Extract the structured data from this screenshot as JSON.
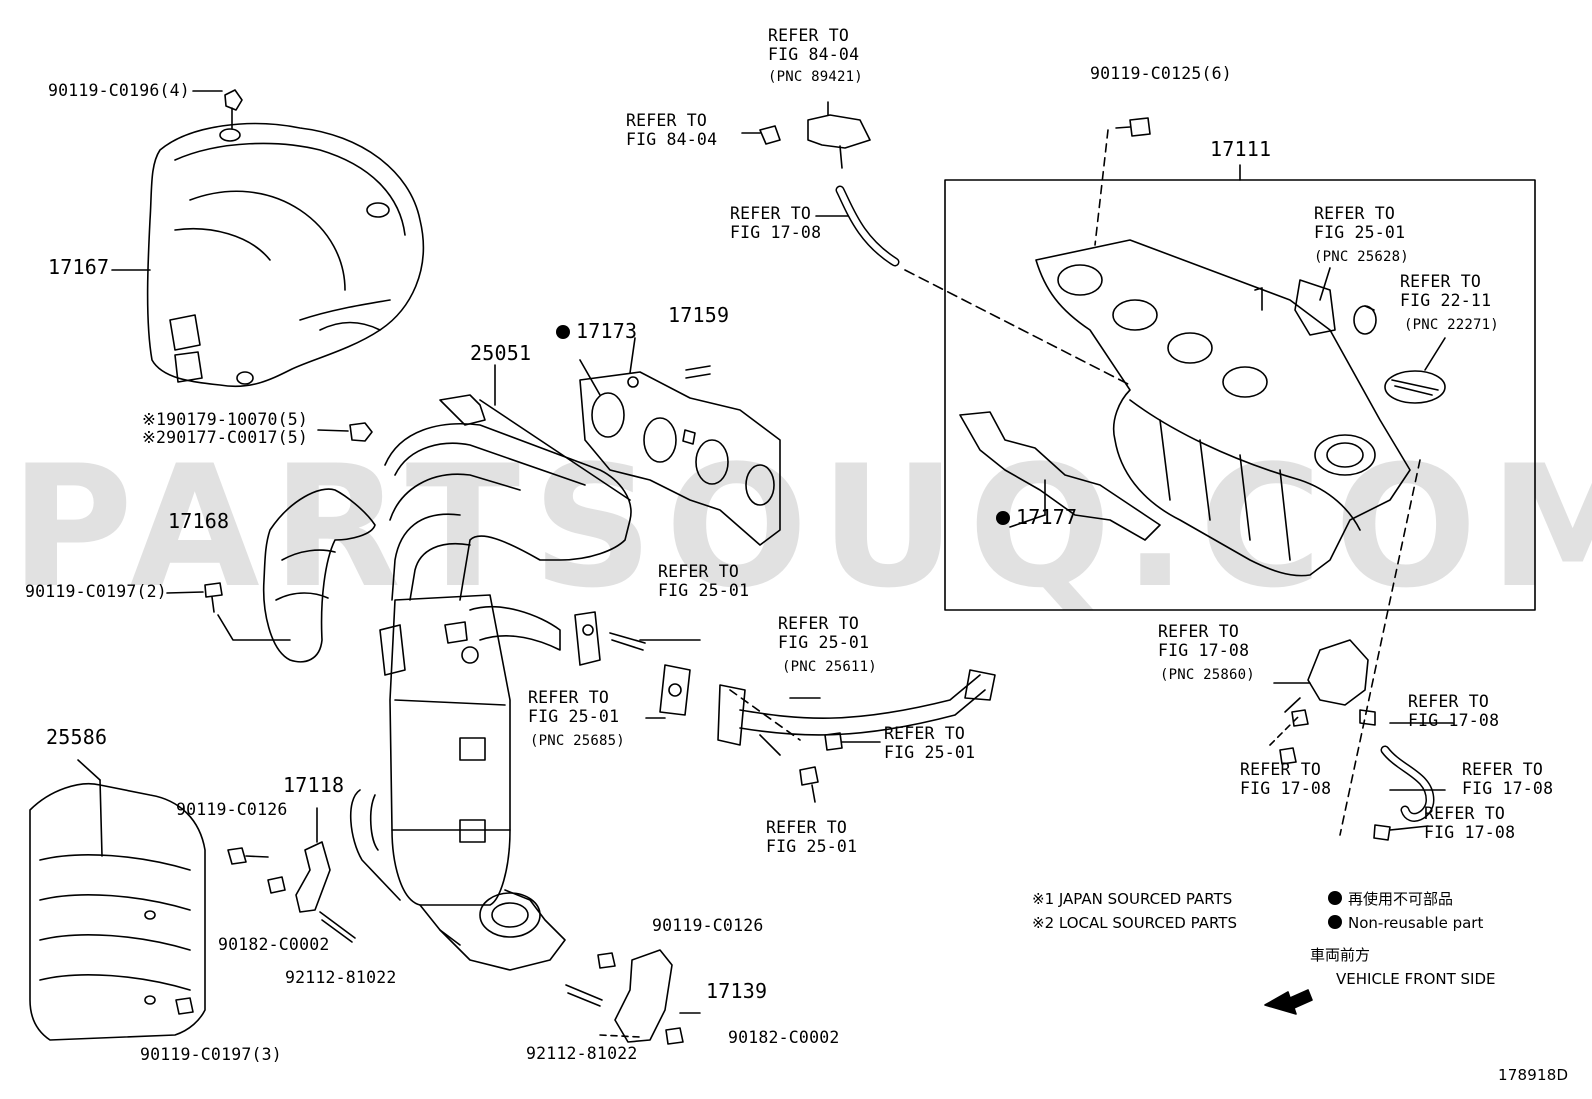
{
  "watermark": "PARTSOUQ.COM",
  "figure_id": "178918D",
  "labels": {
    "l_90119_c0196": "90119-C0196(4)",
    "l_17167": "17167",
    "l_90179": "※190179-10070(5)",
    "l_90177": "※290177-C0017(5)",
    "l_17168": "17168",
    "l_90119_c0197_2": "90119-C0197(2)",
    "l_25586": "25586",
    "l_90119_c0126_a": "90119-C0126",
    "l_17118": "17118",
    "l_90182_a": "90182-C0002",
    "l_92112_a": "92112-81022",
    "l_90119_c0197_3": "90119-C0197(3)",
    "l_25051": "25051",
    "l_17173": "17173",
    "l_17159": "17159",
    "l_ref_8404_a": "REFER TO\nFIG 84-04",
    "l_pnc_89421": "(PNC 89421)",
    "l_ref_8404_b": "REFER TO\nFIG 84-04",
    "l_ref_1708_a": "REFER TO\nFIG 17-08",
    "l_90119_c0125": "90119-C0125(6)",
    "l_17111": "17111",
    "l_ref_2501_a": "REFER TO\nFIG 25-01",
    "l_pnc_25628": "(PNC 25628)",
    "l_ref_2211": "REFER TO\nFIG 22-11",
    "l_pnc_22271": "(PNC 22271)",
    "l_17177": "17177",
    "l_ref_2501_b": "REFER TO\nFIG 25-01",
    "l_ref_2501_c": "REFER TO\nFIG 25-01",
    "l_pnc_25611": "(PNC 25611)",
    "l_ref_2501_d": "REFER TO\nFIG 25-01",
    "l_pnc_25685": "(PNC 25685)",
    "l_ref_2501_e": "REFER TO\nFIG 25-01",
    "l_ref_2501_f": "REFER TO\nFIG 25-01",
    "l_ref_1708_b": "REFER TO\nFIG 17-08",
    "l_pnc_25860": "(PNC 25860)",
    "l_ref_1708_c": "REFER TO\nFIG 17-08",
    "l_ref_1708_d": "REFER TO\nFIG 17-08",
    "l_ref_1708_e": "REFER TO\nFIG 17-08",
    "l_ref_1708_f": "REFER TO\nFIG 17-08",
    "l_90119_c0126_b": "90119-C0126",
    "l_17139": "17139",
    "l_90182_b": "90182-C0002",
    "l_92112_b": "92112-81022"
  },
  "legend": {
    "japan": "※1 JAPAN SOURCED PARTS",
    "local": "※2 LOCAL SOURCED PARTS",
    "nonreuse_jp": "再使用不可部品",
    "nonreuse_en": "Non-reusable part",
    "front_jp": "車両前方",
    "front_en": "VEHICLE FRONT SIDE"
  }
}
